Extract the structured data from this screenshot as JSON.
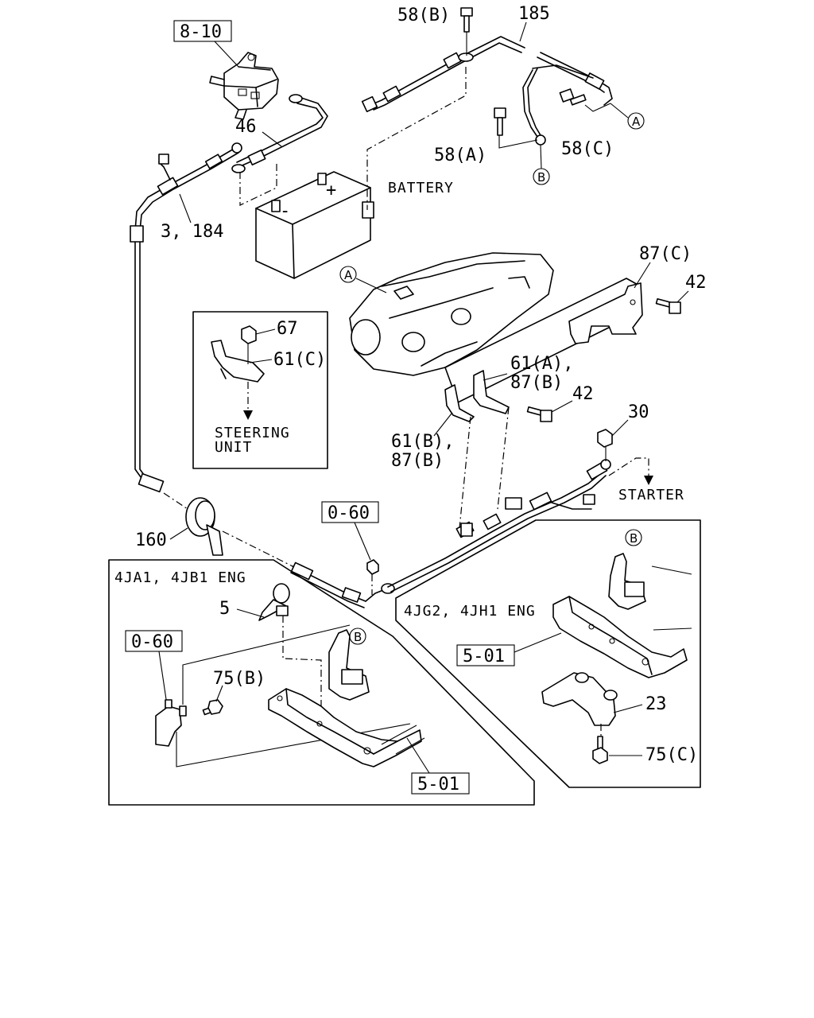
{
  "labels": {
    "p58b": "58(B)",
    "p185": "185",
    "box_8_10": "8-10",
    "p46": "46",
    "p3_184": "3, 184",
    "p58a": "58(A)",
    "p58c": "58(C)",
    "battery": "BATTERY",
    "plus": "+",
    "minus": "-",
    "p87c": "87(C)",
    "p42_top": "42",
    "p67": "67",
    "p61c": "61(C)",
    "steering_line1": "STEERING",
    "steering_line2": "UNIT",
    "p61a": "61(A),",
    "p87b_a": "87(B)",
    "p42_mid": "42",
    "p61b": "61(B),",
    "p87b_b": "87(B)",
    "p30": "30",
    "starter": "STARTER",
    "box_0_60_top": "0-60",
    "p160": "160",
    "eng_left": "4JA1, 4JB1 ENG",
    "p5": "5",
    "box_0_60_left": "0-60",
    "p75b": "75(B)",
    "box_5_01_left": "5-01",
    "eng_right": "4JG2, 4JH1 ENG",
    "box_5_01_right": "5-01",
    "p23": "23",
    "p75c": "75(C)"
  },
  "refs": {
    "a": "A",
    "b": "B"
  }
}
